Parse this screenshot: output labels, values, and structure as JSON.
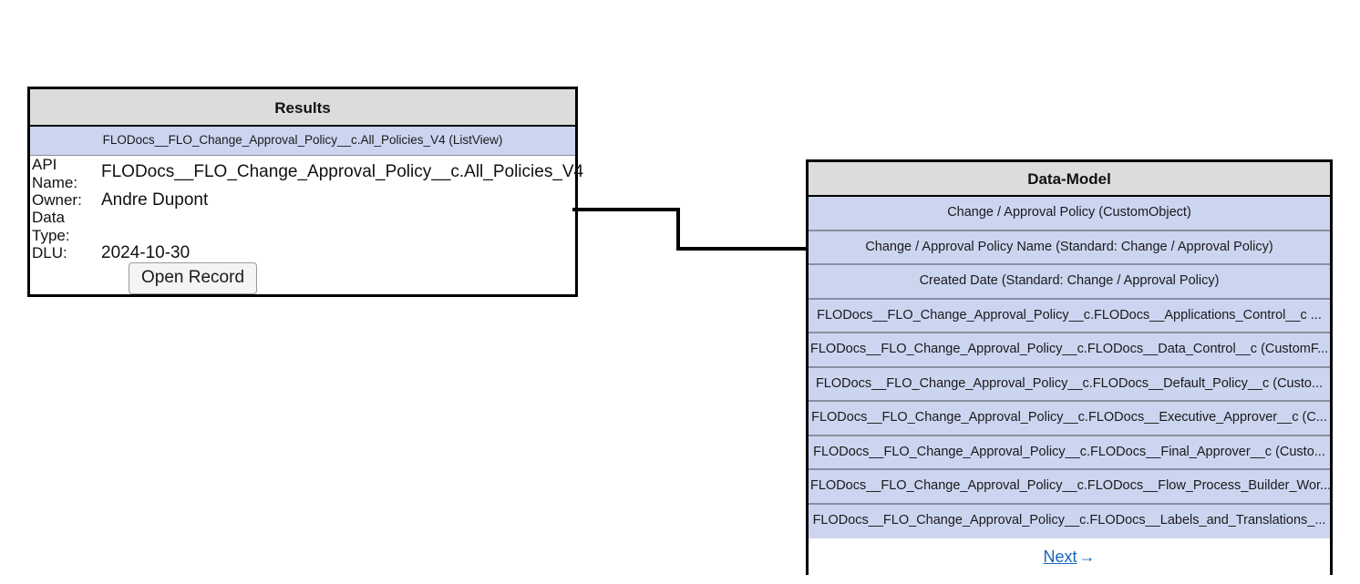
{
  "results_panel": {
    "title": "Results",
    "subtitle": "FLODocs__FLO_Change_Approval_Policy__c.All_Policies_V4 (ListView)",
    "fields": [
      {
        "label": "API Name:",
        "value": "FLODocs__FLO_Change_Approval_Policy__c.All_Policies_V4"
      },
      {
        "label": "Owner:",
        "value": "Andre Dupont"
      },
      {
        "label": "Data Type:",
        "value": ""
      },
      {
        "label": "DLU:",
        "value": "2024-10-30"
      }
    ],
    "open_record_label": "Open Record"
  },
  "datamodel_panel": {
    "title": "Data-Model",
    "rows": [
      "Change / Approval Policy (CustomObject)",
      "Change / Approval Policy Name (Standard: Change / Approval Policy)",
      "Created Date (Standard: Change / Approval Policy)",
      "FLODocs__FLO_Change_Approval_Policy__c.FLODocs__Applications_Control__c ...",
      "FLODocs__FLO_Change_Approval_Policy__c.FLODocs__Data_Control__c (CustomF...",
      "FLODocs__FLO_Change_Approval_Policy__c.FLODocs__Default_Policy__c (Custo...",
      "FLODocs__FLO_Change_Approval_Policy__c.FLODocs__Executive_Approver__c (C...",
      "FLODocs__FLO_Change_Approval_Policy__c.FLODocs__Final_Approver__c (Custo...",
      "FLODocs__FLO_Change_Approval_Policy__c.FLODocs__Flow_Process_Builder_Wor...",
      "FLODocs__FLO_Change_Approval_Policy__c.FLODocs__Labels_and_Translations_..."
    ],
    "next_label": "Next",
    "next_arrow": "→"
  },
  "colors": {
    "header_bg": "#dcdcdc",
    "row_bg": "#ccd5f0",
    "row_border": "#8a8fa0",
    "panel_border": "#000000",
    "link": "#1565c0"
  }
}
